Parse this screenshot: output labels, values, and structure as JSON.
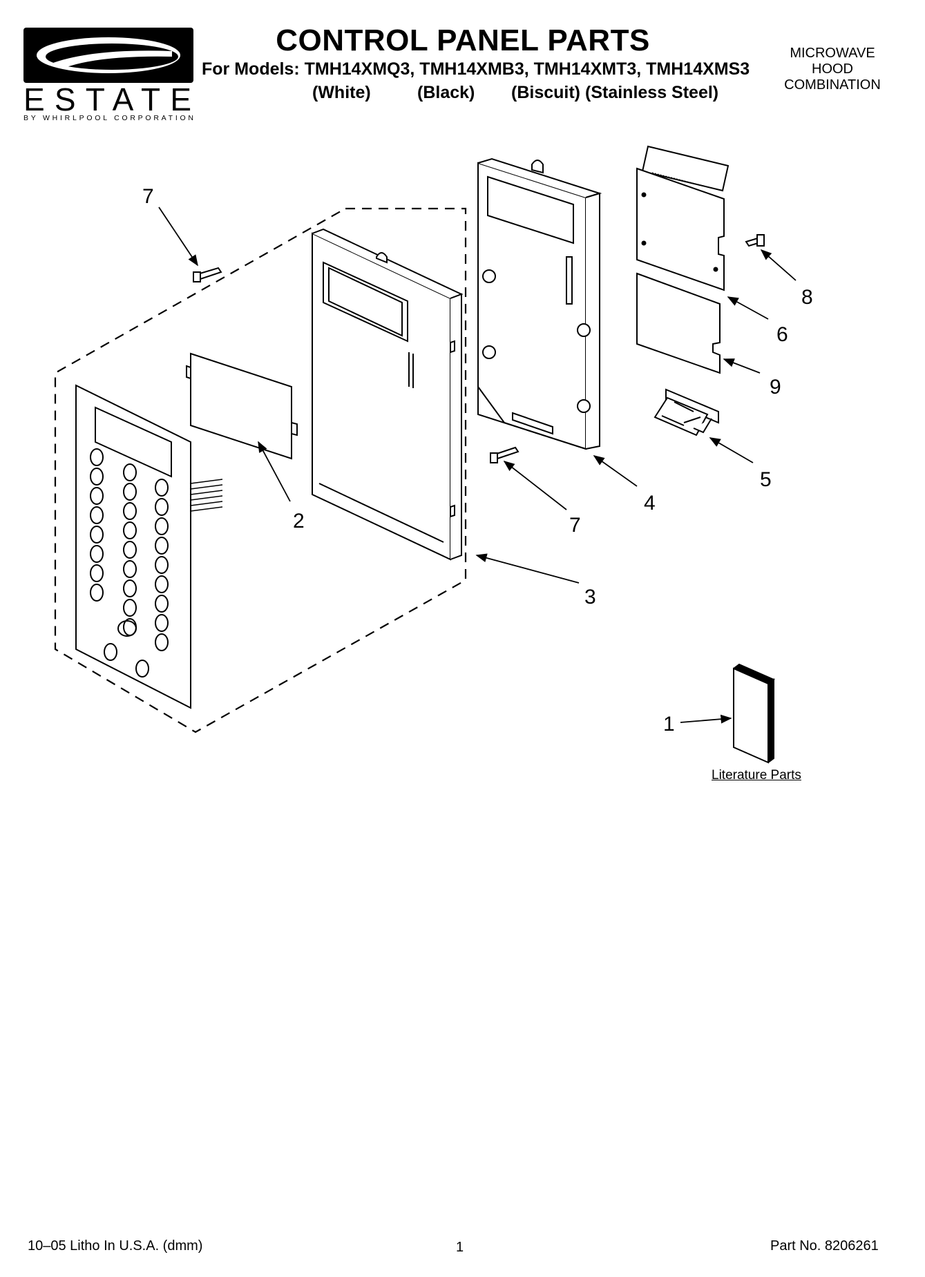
{
  "brand": {
    "name": "ESTATE",
    "tagline": "BY WHIRLPOOL CORPORATION"
  },
  "header": {
    "title": "CONTROL PANEL PARTS",
    "models_line": "For Models: TMH14XMQ3, TMH14XMB3, TMH14XMT3, TMH14XMS3",
    "colors": [
      "(White)",
      "(Black)",
      "(Biscuit)",
      "(Stainless Steel)"
    ],
    "product_type": [
      "MICROWAVE",
      "HOOD",
      "COMBINATION"
    ]
  },
  "diagram": {
    "callouts": [
      "7",
      "7",
      "8",
      "6",
      "9",
      "5",
      "4",
      "2",
      "3",
      "1"
    ],
    "literature_label": "Literature Parts"
  },
  "footer": {
    "litho": "10–05 Litho In U.S.A. (dmm)",
    "page": "1",
    "part_no": "Part No. 8206261"
  }
}
